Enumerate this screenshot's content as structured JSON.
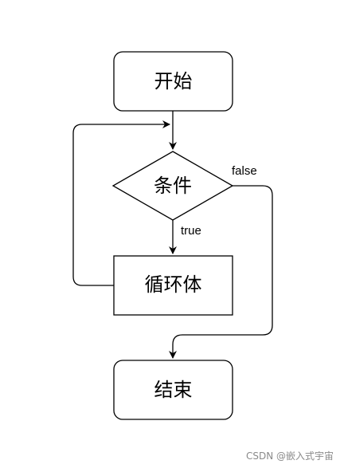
{
  "nodes": {
    "start": {
      "label": "开始"
    },
    "condition": {
      "label": "条件"
    },
    "loop_body": {
      "label": "循环体"
    },
    "end": {
      "label": "结束"
    }
  },
  "edges": {
    "true_label": "true",
    "false_label": "false"
  },
  "watermark": "CSDN @嵌入式宇宙",
  "colors": {
    "stroke": "#000000",
    "fill": "#ffffff",
    "watermark": "#8a8a8a"
  }
}
